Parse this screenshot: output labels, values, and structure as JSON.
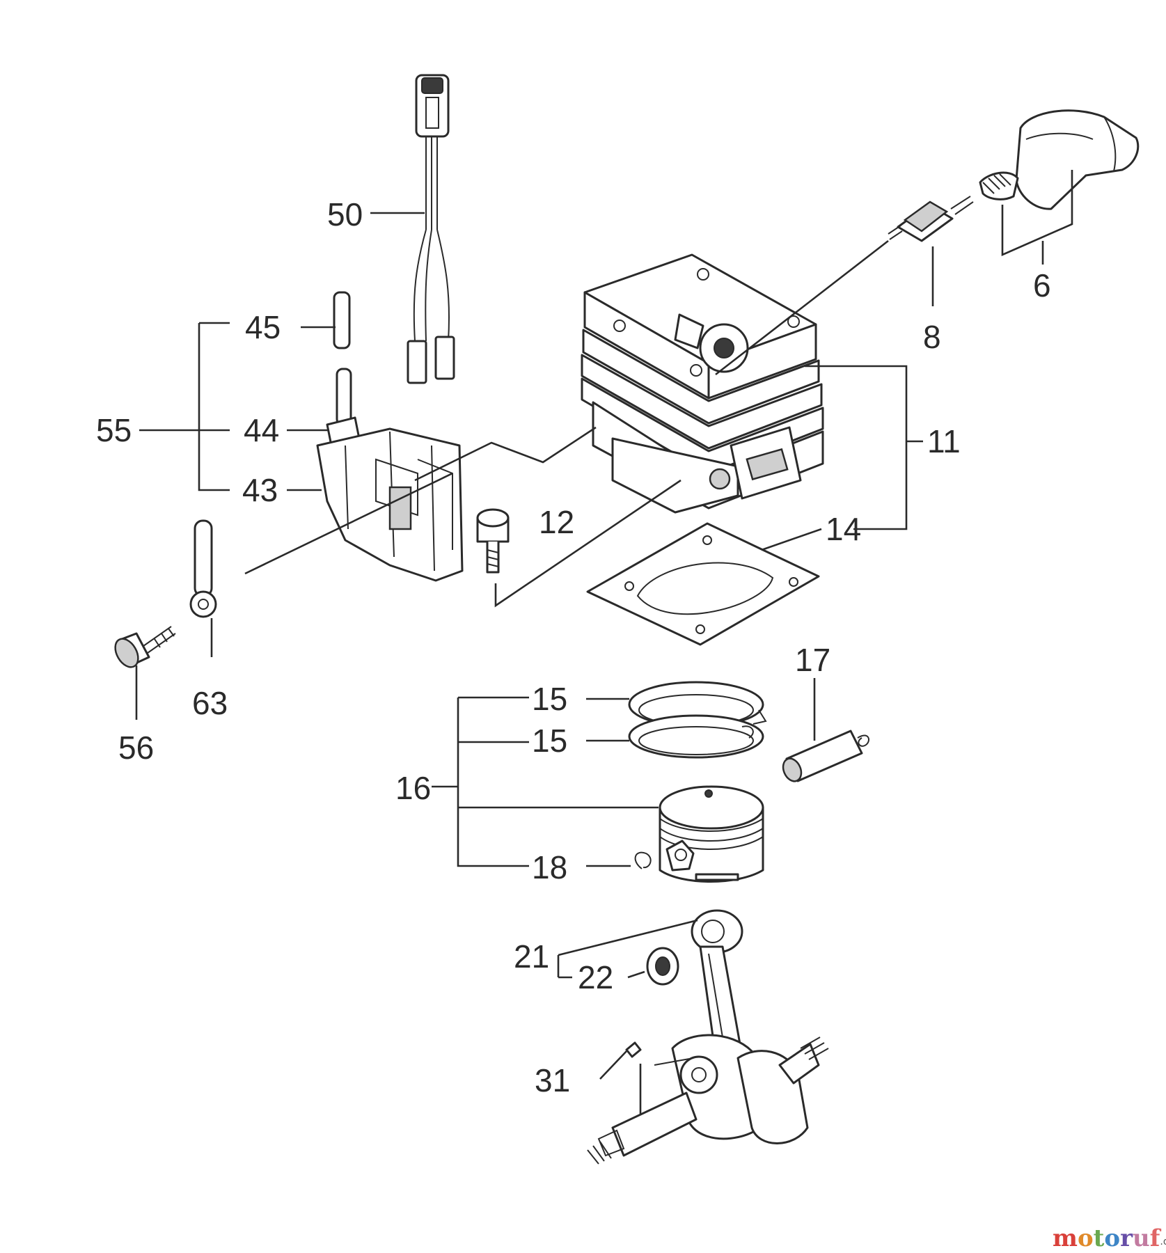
{
  "callouts": {
    "c50": "50",
    "c45": "45",
    "c55": "55",
    "c44": "44",
    "c43": "43",
    "c63": "63",
    "c56": "56",
    "c12": "12",
    "c11": "11",
    "c14": "14",
    "c8": "8",
    "c6": "6",
    "c17": "17",
    "c15a": "15",
    "c15b": "15",
    "c16": "16",
    "c18": "18",
    "c21": "21",
    "c22": "22",
    "c31": "31"
  },
  "watermark": {
    "m": "m",
    "o1": "o",
    "t": "t",
    "o2": "o",
    "r": "r",
    "u": "u",
    "f": "f",
    "tld": ".de"
  },
  "colors": {
    "line": "#2a2a2a",
    "wm_m": "#d9403a",
    "wm_o1": "#e08a2a",
    "wm_t": "#6aa84f",
    "wm_o2": "#3d85c6",
    "wm_r": "#674ea7",
    "wm_u": "#c27ba0",
    "wm_f": "#e06666"
  }
}
